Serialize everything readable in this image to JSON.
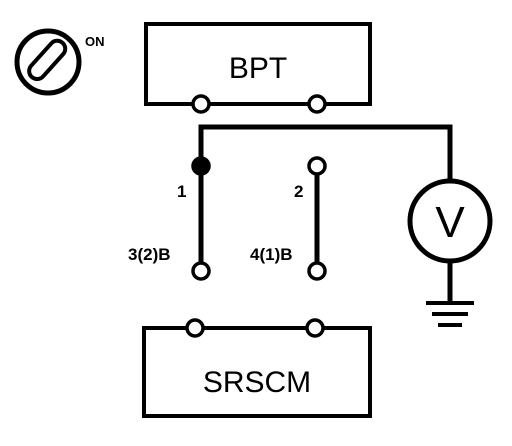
{
  "ignition": {
    "state_label": "ON",
    "icon": "ignition-key-icon"
  },
  "bpt": {
    "label": "BPT"
  },
  "srscm": {
    "label": "SRSCM"
  },
  "connector": {
    "pin_1": "1",
    "pin_2": "2",
    "pin_3": "3(2)B",
    "pin_4": "4(1)B"
  },
  "meter": {
    "label": "V",
    "icon": "voltmeter-icon"
  },
  "ground": {
    "icon": "ground-icon"
  }
}
